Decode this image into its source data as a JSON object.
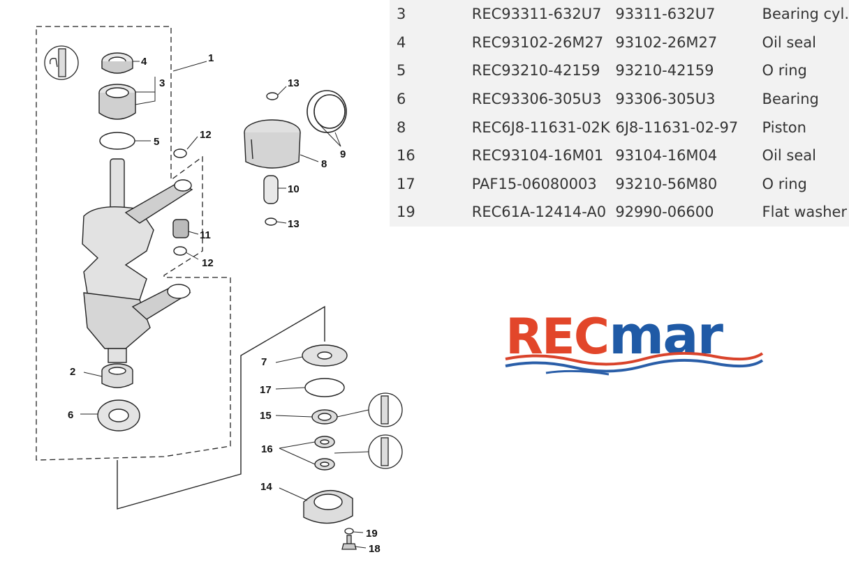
{
  "table": {
    "rows": [
      {
        "ref": "3",
        "code": "REC93311-632U7",
        "oem": "93311-632U7",
        "desc": "Bearing cyl."
      },
      {
        "ref": "4",
        "code": "REC93102-26M27",
        "oem": "93102-26M27",
        "desc": "Oil seal"
      },
      {
        "ref": "5",
        "code": "REC93210-42159",
        "oem": "93210-42159",
        "desc": "O ring"
      },
      {
        "ref": "6",
        "code": "REC93306-305U3",
        "oem": "93306-305U3",
        "desc": "Bearing"
      },
      {
        "ref": "8",
        "code": "REC6J8-11631-02K",
        "oem": "6J8-11631-02-97",
        "desc": "Piston"
      },
      {
        "ref": "16",
        "code": "REC93104-16M01",
        "oem": "93104-16M04",
        "desc": "Oil seal"
      },
      {
        "ref": "17",
        "code": "PAF15-06080003",
        "oem": "93210-56M80",
        "desc": "O ring"
      },
      {
        "ref": "19",
        "code": "REC61A-12414-A0",
        "oem": "92990-06600",
        "desc": "Flat washer"
      }
    ]
  },
  "logo": {
    "part1": "REC",
    "part2": "mar",
    "colors": {
      "rec": "#e2462a",
      "mar": "#1f5aa6",
      "wave_red": "#d9432b",
      "wave_blue": "#2a5ea8"
    }
  },
  "diagram": {
    "callouts": [
      "1",
      "2",
      "3",
      "4",
      "5",
      "6",
      "7",
      "8",
      "9",
      "10",
      "11",
      "12",
      "12",
      "13",
      "13",
      "14",
      "15",
      "16",
      "17",
      "18",
      "19"
    ]
  }
}
